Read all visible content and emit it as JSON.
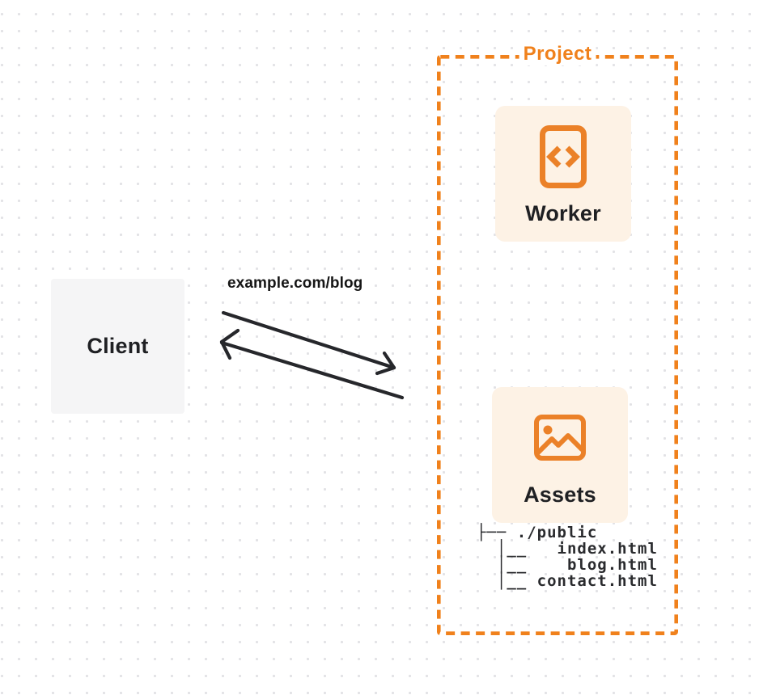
{
  "client": {
    "label": "Client"
  },
  "request": {
    "url_label": "example.com/blog"
  },
  "project": {
    "title": "Project",
    "worker": {
      "label": "Worker",
      "icon": "code-icon"
    },
    "assets": {
      "label": "Assets",
      "icon": "image-icon"
    },
    "file_tree": {
      "text": "├── ./public\n  │__   index.html\n  │__    blog.html\n  │__ contact.html",
      "root": "./public",
      "files": [
        "index.html",
        "blog.html",
        "contact.html"
      ]
    }
  },
  "colors": {
    "accent_orange": "#f0811c",
    "icon_orange": "#eb8128",
    "card_background": "#fdf2e5",
    "client_background": "#f5f5f6",
    "arrow_dark": "#26272b",
    "text_dark": "#1f2023",
    "dot_grid": "#e2e2e5"
  }
}
